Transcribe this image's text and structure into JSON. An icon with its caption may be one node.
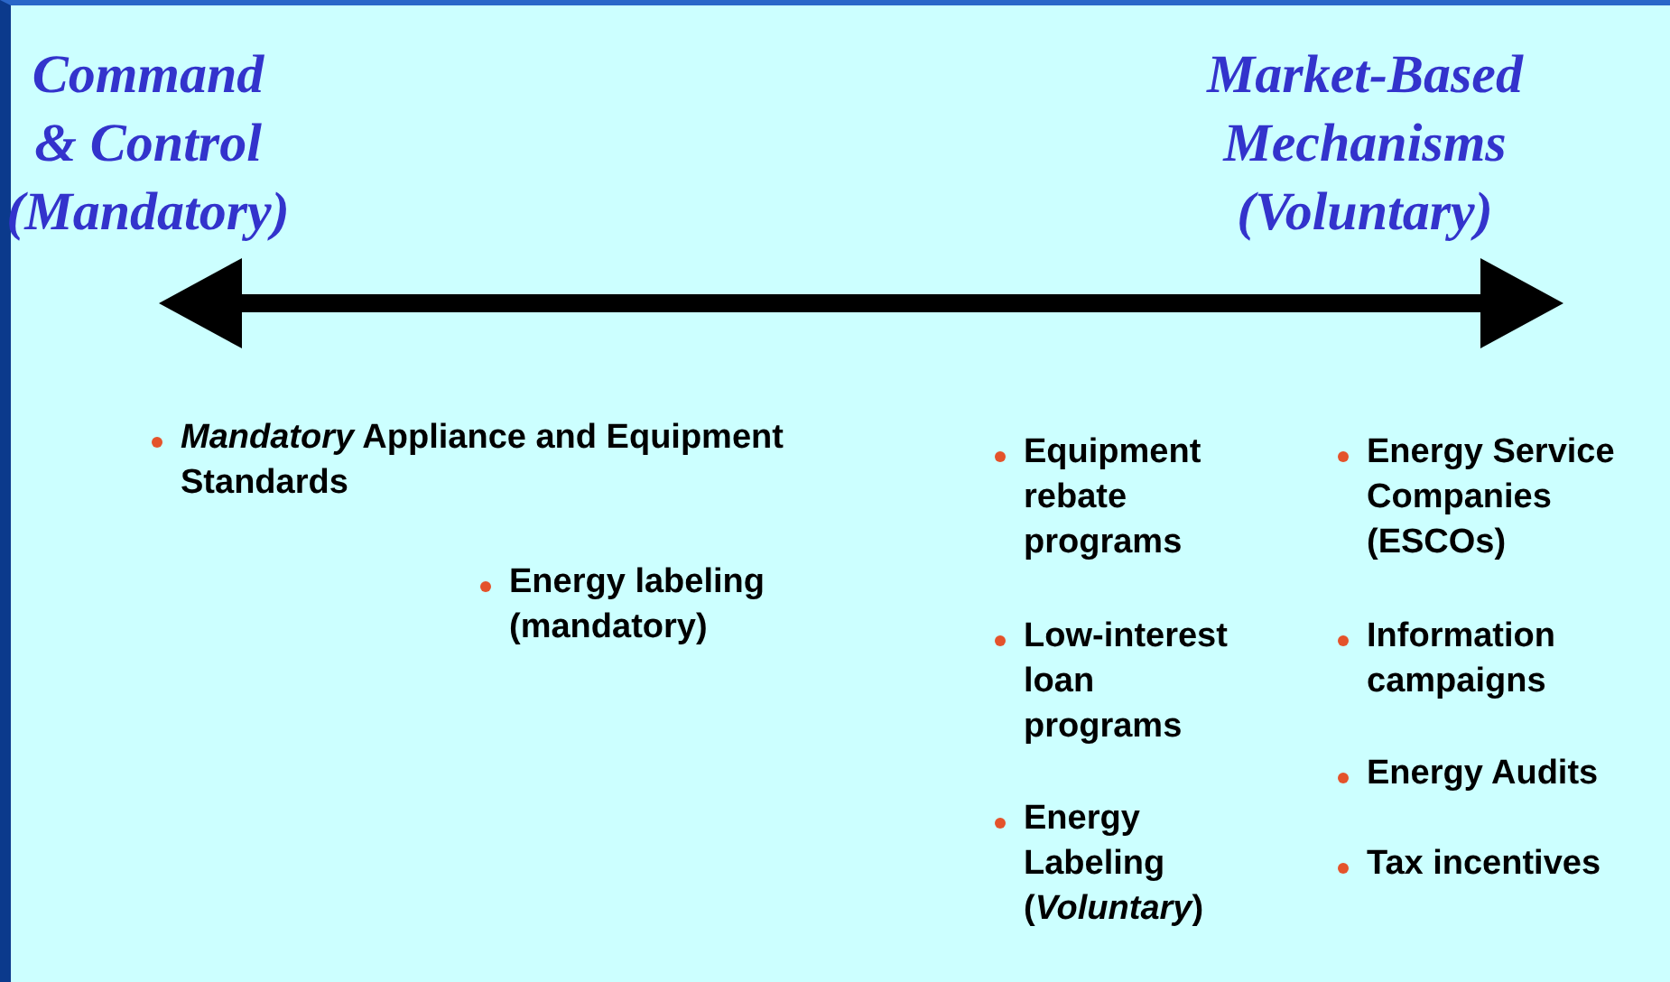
{
  "diagram": {
    "labels": [
      "Command & Control (Mandatory)",
      "Market-Based Mechanisms (Voluntary)",
      "*Mandatory* Appliance and Equipment Standards",
      "Energy labeling (mandatory)",
      "Equipment rebate programs",
      "Low-interest loan programs",
      "Energy Labeling (*Voluntary*)",
      "Energy Service Companies (ESCOs)",
      "Information campaigns",
      "Energy Audits",
      "Tax incentives"
    ]
  }
}
